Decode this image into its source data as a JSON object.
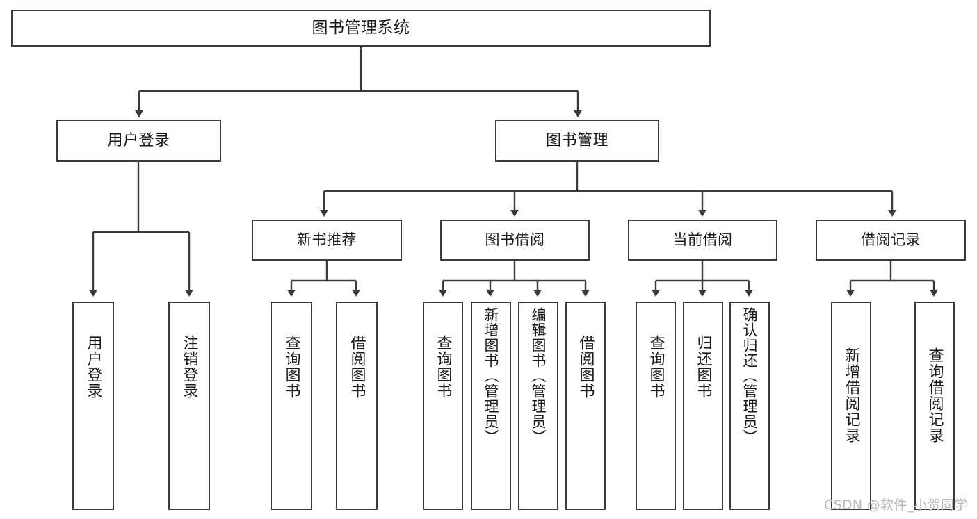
{
  "diagram": {
    "title": "图书管理系统",
    "type": "tree-hierarchy",
    "colors": {
      "border": "#3a3a3a",
      "fill": "#ffffff",
      "text": "#1a1a1a",
      "watermark": "#b9b9b9"
    },
    "root": {
      "label": "图书管理系统"
    },
    "level2": [
      {
        "label": "用户登录"
      },
      {
        "label": "图书管理"
      }
    ],
    "level3": [
      {
        "label": "新书推荐"
      },
      {
        "label": "图书借阅"
      },
      {
        "label": "当前借阅"
      },
      {
        "label": "借阅记录"
      }
    ],
    "leaves_user_login": [
      {
        "label": "用户登录"
      },
      {
        "label": "注销登录"
      }
    ],
    "leaves_new_book": [
      {
        "label": "查询图书"
      },
      {
        "label": "借阅图书"
      }
    ],
    "leaves_borrow": [
      {
        "label": "查询图书"
      },
      {
        "label": "新增图书（管理员）"
      },
      {
        "label": "编辑图书（管理员）"
      },
      {
        "label": "借阅图书"
      }
    ],
    "leaves_current": [
      {
        "label": "查询图书"
      },
      {
        "label": "归还图书"
      },
      {
        "label": "确认归还（管理员）"
      }
    ],
    "leaves_records": [
      {
        "label": "新增借阅记录"
      },
      {
        "label": "查询借阅记录"
      }
    ]
  },
  "watermark": {
    "text": "CSDN @软件_小贺同学"
  }
}
